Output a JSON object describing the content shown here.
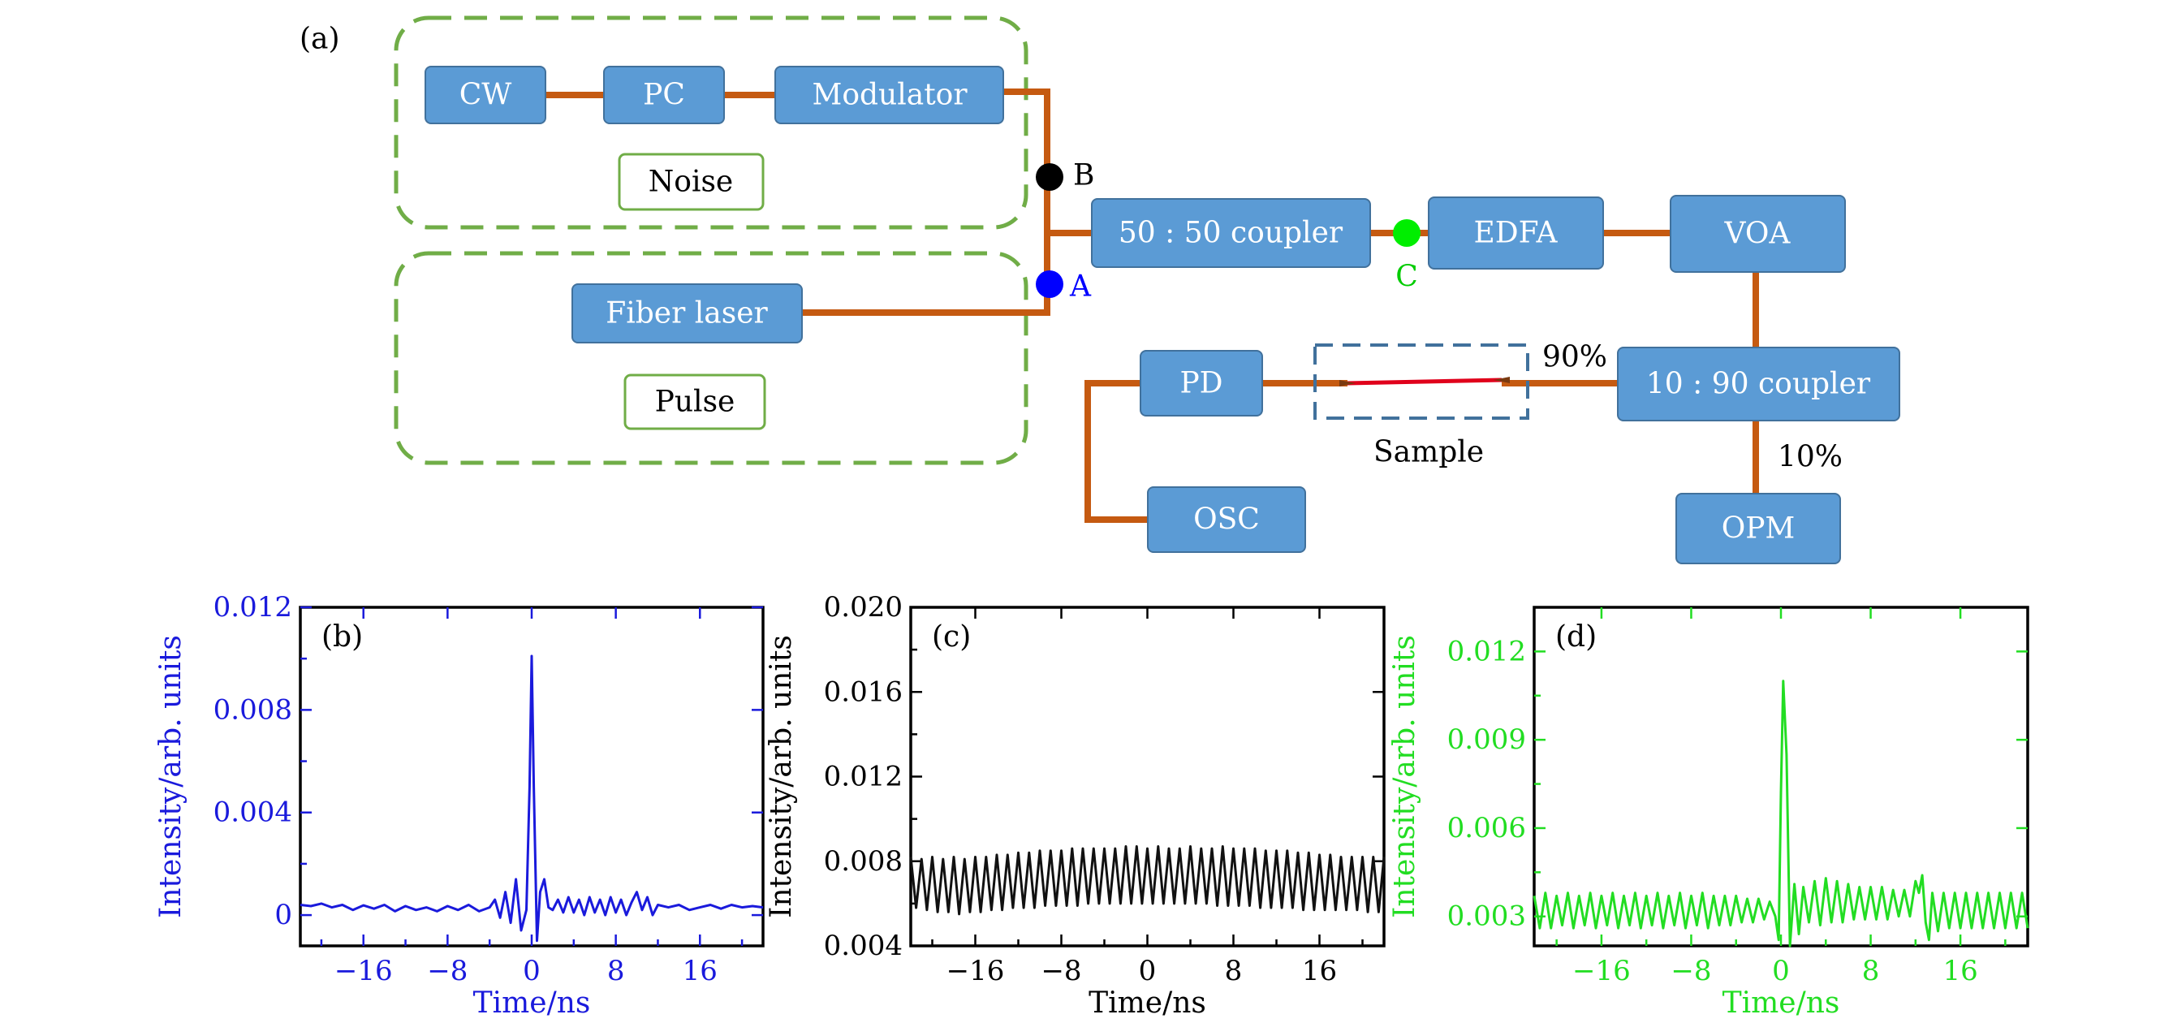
{
  "diagram": {
    "panel_label": "(a)",
    "groups": {
      "noise": "Noise",
      "pulse": "Pulse"
    },
    "blocks": {
      "cw": "CW",
      "pc": "PC",
      "modulator": "Modulator",
      "fiber_laser": "Fiber laser",
      "coupler_5050": "50 : 50 coupler",
      "edfa": "EDFA",
      "voa": "VOA",
      "coupler_1090": "10 : 90 coupler",
      "pd": "PD",
      "osc": "OSC",
      "opm": "OPM"
    },
    "points": {
      "a": "A",
      "b": "B",
      "c": "C"
    },
    "sample_label": "Sample",
    "ratio_90": "90%",
    "ratio_10": "10%",
    "colors": {
      "block": "#5b9bd5",
      "fiber": "#c55a11",
      "group_border": "#70ad47",
      "point_a": "#0000ff",
      "point_b": "#000000",
      "point_c": "#00ee00",
      "sample_box": "#41719c",
      "sample_fiber": "#e0001b"
    }
  },
  "chart_data": [
    {
      "type": "line",
      "panel_label": "(b)",
      "color": "#1a1adc",
      "xlabel": "Time/ns",
      "ylabel": "Intensity/arb. units",
      "xlim": [
        -22,
        22
      ],
      "ylim": [
        -0.0012,
        0.012
      ],
      "xticks": [
        -16,
        -8,
        0,
        8,
        16
      ],
      "xtick_labels": [
        "−16",
        "−8",
        "0",
        "8",
        "16"
      ],
      "yticks": [
        0,
        0.004,
        0.008,
        0.012
      ],
      "ytick_labels": [
        "0",
        "0.004",
        "0.008",
        "0.012"
      ],
      "series": [
        {
          "x": [
            -22,
            -21,
            -20,
            -19,
            -18,
            -17,
            -16,
            -15,
            -14,
            -13,
            -12,
            -11,
            -10,
            -9,
            -8,
            -7,
            -6,
            -5,
            -4,
            -3.5,
            -3,
            -2.5,
            -2,
            -1.5,
            -1,
            -0.5,
            -0.2,
            0,
            0.2,
            0.5,
            0.8,
            1.2,
            1.6,
            2,
            2.5,
            3,
            3.5,
            4,
            4.5,
            5,
            5.5,
            6,
            6.5,
            7,
            7.5,
            8,
            8.5,
            9,
            9.5,
            10,
            10.5,
            11,
            11.5,
            12,
            13,
            14,
            15,
            16,
            17,
            18,
            19,
            20,
            21,
            22
          ],
          "y": [
            0.0004,
            0.00035,
            0.00045,
            0.0003,
            0.0004,
            0.0002,
            0.00038,
            0.00025,
            0.0004,
            0.00015,
            0.00035,
            0.0002,
            0.0003,
            0.00015,
            0.00035,
            0.0002,
            0.0004,
            0.00015,
            0.0003,
            0.0006,
            -0.0001,
            0.0009,
            -0.0003,
            0.0014,
            -0.0006,
            0.0002,
            0.005,
            0.0101,
            0.005,
            -0.001,
            0.0009,
            0.0014,
            0.0003,
            0.0002,
            0.0006,
            0.0001,
            0.0007,
            0.0001,
            0.0006,
            0.0,
            0.0007,
            0.0001,
            0.0006,
            0.0,
            0.0007,
            0.0001,
            0.0006,
            0.0,
            0.0005,
            0.0009,
            0.0002,
            0.0007,
            0.0,
            0.0004,
            0.0003,
            0.0004,
            0.0002,
            0.0003,
            0.0004,
            0.00025,
            0.0004,
            0.0003,
            0.00035,
            0.0003
          ]
        }
      ]
    },
    {
      "type": "line",
      "panel_label": "(c)",
      "color": "#111111",
      "xlabel": "Time/ns",
      "ylabel": "Intensity/arb. units",
      "xlim": [
        -22,
        22
      ],
      "ylim": [
        0.004,
        0.02
      ],
      "xticks": [
        -16,
        -8,
        0,
        8,
        16
      ],
      "xtick_labels": [
        "−16",
        "−8",
        "0",
        "8",
        "16"
      ],
      "yticks": [
        0.004,
        0.008,
        0.012,
        0.016,
        0.02
      ],
      "ytick_labels": [
        "0.004",
        "0.008",
        "0.012",
        "0.016",
        "0.020"
      ],
      "series": [
        {
          "x": [
            -22,
            -21.5,
            -21,
            -20.5,
            -20,
            -19.5,
            -19,
            -18.5,
            -18,
            -17.5,
            -17,
            -16.5,
            -16,
            -15.5,
            -15,
            -14.5,
            -14,
            -13.5,
            -13,
            -12.5,
            -12,
            -11.5,
            -11,
            -10.5,
            -10,
            -9.5,
            -9,
            -8.5,
            -8,
            -7.5,
            -7,
            -6.5,
            -6,
            -5.5,
            -5,
            -4.5,
            -4,
            -3.5,
            -3,
            -2.5,
            -2,
            -1.5,
            -1,
            -0.5,
            0,
            0.5,
            1,
            1.5,
            2,
            2.5,
            3,
            3.5,
            4,
            4.5,
            5,
            5.5,
            6,
            6.5,
            7,
            7.5,
            8,
            8.5,
            9,
            9.5,
            10,
            10.5,
            11,
            11.5,
            12,
            12.5,
            13,
            13.5,
            14,
            14.5,
            15,
            15.5,
            16,
            16.5,
            17,
            17.5,
            18,
            18.5,
            19,
            19.5,
            20,
            20.5,
            21,
            21.5,
            22
          ],
          "y": [
            0.0082,
            0.0058,
            0.0081,
            0.0057,
            0.0082,
            0.0056,
            0.0081,
            0.0056,
            0.0082,
            0.0055,
            0.0081,
            0.0056,
            0.0082,
            0.0056,
            0.0082,
            0.0057,
            0.0083,
            0.0057,
            0.0083,
            0.0058,
            0.0084,
            0.0058,
            0.0084,
            0.0058,
            0.0085,
            0.0059,
            0.0085,
            0.0059,
            0.0085,
            0.0059,
            0.0086,
            0.0059,
            0.0086,
            0.006,
            0.0086,
            0.006,
            0.0086,
            0.006,
            0.0086,
            0.006,
            0.0087,
            0.006,
            0.0087,
            0.006,
            0.0086,
            0.006,
            0.0087,
            0.006,
            0.0086,
            0.006,
            0.0086,
            0.006,
            0.0087,
            0.006,
            0.0086,
            0.006,
            0.0086,
            0.0059,
            0.0087,
            0.0059,
            0.0086,
            0.0059,
            0.0086,
            0.0059,
            0.0086,
            0.0058,
            0.0085,
            0.0058,
            0.0085,
            0.0058,
            0.0085,
            0.0058,
            0.0084,
            0.0057,
            0.0084,
            0.0057,
            0.0083,
            0.0057,
            0.0083,
            0.0057,
            0.0082,
            0.0057,
            0.0082,
            0.0057,
            0.0082,
            0.0056,
            0.0082,
            0.0056,
            0.0082
          ]
        }
      ]
    },
    {
      "type": "line",
      "panel_label": "(d)",
      "color": "#22dd22",
      "xlabel": "Time/ns",
      "ylabel": "Intensity/arb. units",
      "xlim": [
        -22,
        22
      ],
      "ylim": [
        0.002,
        0.0135
      ],
      "xticks": [
        -16,
        -8,
        0,
        8,
        16
      ],
      "xtick_labels": [
        "−16",
        "−8",
        "0",
        "8",
        "16"
      ],
      "yticks": [
        0.003,
        0.006,
        0.009,
        0.012
      ],
      "ytick_labels": [
        "0.003",
        "0.006",
        "0.009",
        "0.012"
      ],
      "series": [
        {
          "x": [
            -22,
            -21.5,
            -21,
            -20.5,
            -20,
            -19.5,
            -19,
            -18.5,
            -18,
            -17.5,
            -17,
            -16.5,
            -16,
            -15.5,
            -15,
            -14.5,
            -14,
            -13.5,
            -13,
            -12.5,
            -12,
            -11.5,
            -11,
            -10.5,
            -10,
            -9.5,
            -9,
            -8.5,
            -8,
            -7.5,
            -7,
            -6.5,
            -6,
            -5.5,
            -5,
            -4.5,
            -4,
            -3.5,
            -3,
            -2.5,
            -2,
            -1.5,
            -1,
            -0.5,
            -0.2,
            0,
            0.2,
            0.5,
            0.8,
            1.2,
            1.6,
            2,
            2.5,
            3,
            3.5,
            4,
            4.5,
            5,
            5.5,
            6,
            6.5,
            7,
            7.5,
            8,
            8.5,
            9,
            9.5,
            10,
            10.5,
            11,
            11.5,
            12,
            12.3,
            12.6,
            12.9,
            13.2,
            13.5,
            14,
            14.5,
            15,
            15.5,
            16,
            16.5,
            17,
            17.5,
            18,
            18.5,
            19,
            19.5,
            20,
            20.5,
            21,
            21.5,
            22
          ],
          "y": [
            0.0037,
            0.0026,
            0.0038,
            0.0026,
            0.0037,
            0.0027,
            0.0038,
            0.0026,
            0.0037,
            0.0027,
            0.0038,
            0.0026,
            0.0037,
            0.0027,
            0.0038,
            0.0026,
            0.0037,
            0.0027,
            0.0038,
            0.0026,
            0.0037,
            0.0027,
            0.0038,
            0.0026,
            0.0037,
            0.0027,
            0.0038,
            0.0026,
            0.0037,
            0.0027,
            0.0038,
            0.0026,
            0.0037,
            0.0027,
            0.0037,
            0.0027,
            0.0037,
            0.0028,
            0.0036,
            0.0028,
            0.0036,
            0.0029,
            0.0035,
            0.003,
            0.0022,
            0.0072,
            0.011,
            0.0085,
            0.002,
            0.0041,
            0.0024,
            0.004,
            0.0028,
            0.0042,
            0.0027,
            0.0043,
            0.0028,
            0.0042,
            0.0028,
            0.0041,
            0.0029,
            0.004,
            0.0029,
            0.004,
            0.0029,
            0.004,
            0.0029,
            0.0039,
            0.003,
            0.0039,
            0.003,
            0.0042,
            0.0038,
            0.0044,
            0.0028,
            0.0022,
            0.0038,
            0.0025,
            0.0038,
            0.0026,
            0.0038,
            0.0026,
            0.0038,
            0.0026,
            0.0038,
            0.0026,
            0.0038,
            0.0026,
            0.0038,
            0.0026,
            0.0038,
            0.0026,
            0.0038,
            0.0026
          ]
        }
      ]
    }
  ]
}
